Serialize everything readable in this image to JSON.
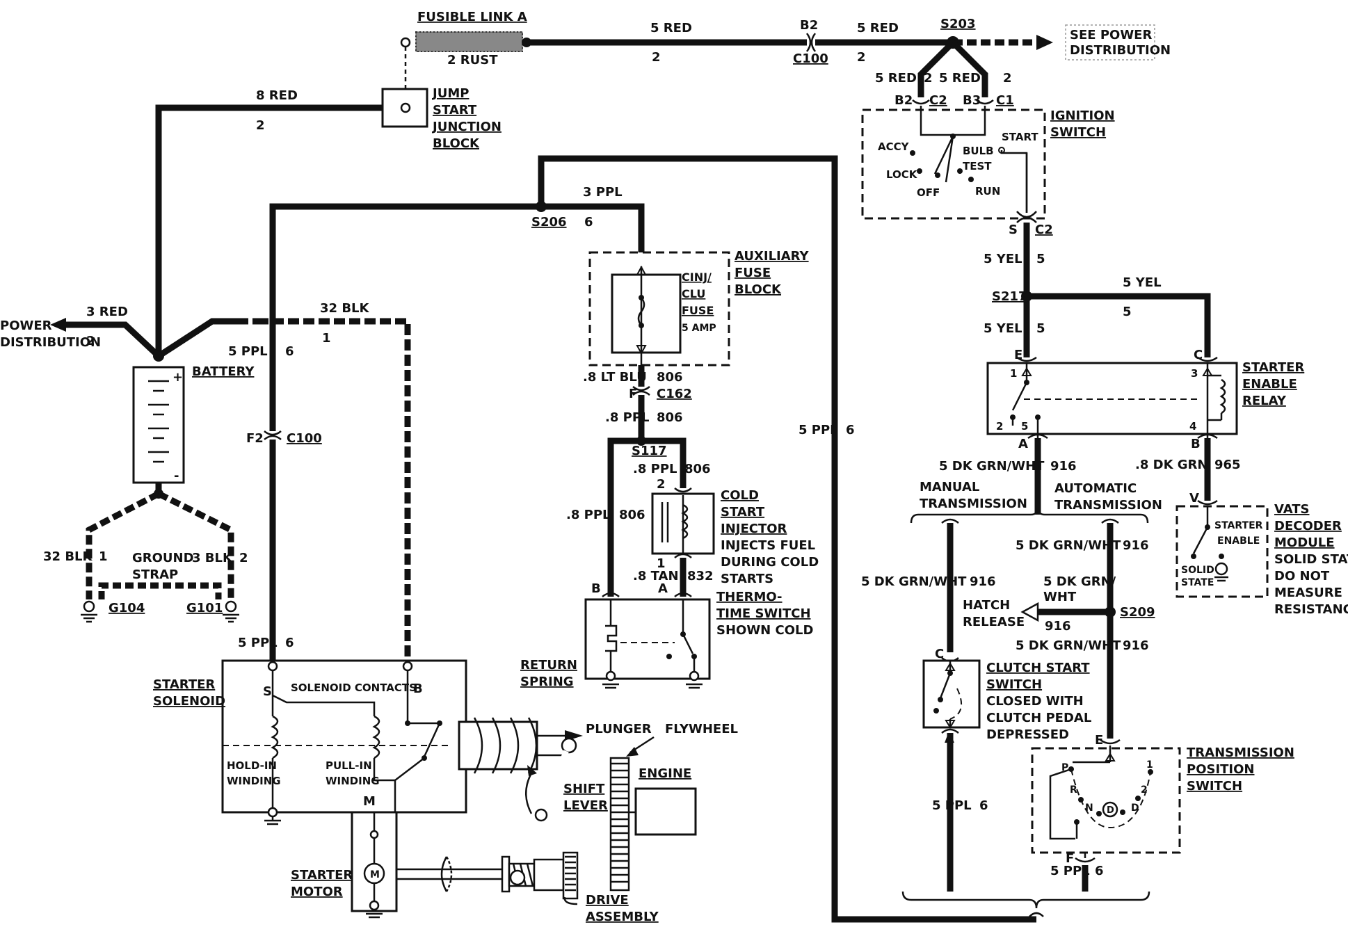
{
  "labels": {
    "fusible_link": "FUSIBLE LINK A",
    "rust": "2 RUST",
    "red5_top1": "5 RED",
    "two_top1": "2",
    "b2_top": "B2",
    "c100_top": "C100",
    "red5_top2": "5 RED",
    "two_top2": "2",
    "s203": "S203",
    "see_power": "SEE POWER",
    "distribution_r": "DISTRIBUTION",
    "red8": "8 RED",
    "two_8red": "2",
    "jump": "JUMP",
    "start": "START",
    "junction": "JUNCTION",
    "block": "BLOCK",
    "ign_red5_l": "5 RED",
    "ign_2_l": "2",
    "ign_red5_r": "5 RED",
    "ign_2_r": "2",
    "ign_b2": "B2",
    "ign_c2": "C2",
    "ign_b3": "B3",
    "ign_c1": "C1",
    "ignition": "IGNITION",
    "switch": "SWITCH",
    "accy": "ACCY",
    "lock": "LOCK",
    "off": "OFF",
    "bulb": "BULB",
    "test": "TEST",
    "run": "RUN",
    "start_pos": "START",
    "ign_s": "S",
    "ign_c2_out": "C2",
    "yel5_a": "5 YEL",
    "five_a": "5",
    "s217": "S217",
    "yel5_b": "5 YEL",
    "five_b": "5",
    "yel5_c": "5 YEL",
    "five_c": "5",
    "relay_e": "E",
    "relay_c": "C",
    "relay_1": "1",
    "relay_3": "3",
    "relay_2": "2",
    "relay_5": "5",
    "relay_4": "4",
    "relay_a": "A",
    "relay_b": "B",
    "starter_enable": "STARTER",
    "enable": "ENABLE",
    "relay": "RELAY",
    "grn_916_a": "5 DK GRN/WHT",
    "n916_a": "916",
    "grn_965": ".8 DK GRN",
    "n965": "965",
    "manual": "MANUAL",
    "transmission_m": "TRANSMISSION",
    "automatic": "AUTOMATIC",
    "transmission_a": "TRANSMISSION",
    "vats_v": "V",
    "vats_starter": "STARTER",
    "vats_enable": "ENABLE",
    "vats_solid": "SOLID",
    "vats_state": "STATE",
    "vats": "VATS",
    "decoder": "DECODER",
    "module": "MODULE",
    "solid_state_note": "SOLID STATE",
    "do_not": "DO NOT",
    "measure": "MEASURE",
    "resistance": "RESISTANCE",
    "grn_916_b": "5 DK GRN/WHT",
    "n916_b": "916",
    "grn_916_c": "5 DK GRN/WHT",
    "n916_c": "916",
    "hatch": "HATCH",
    "release": "RELEASE",
    "grn_hatch_1": "5 DK GRN/",
    "grn_hatch_2": "WHT",
    "n916_h": "916",
    "s209": "S209",
    "grn_916_d": "5 DK GRN/WHT",
    "n916_d": "916",
    "clutch_c": "C",
    "clutch_a": "A",
    "clutch_start": "CLUTCH START",
    "clutch_switch": "SWITCH",
    "closed_with": "CLOSED WITH",
    "clutch_pedal": "CLUTCH PEDAL",
    "depressed": "DEPRESSED",
    "trans_e": "E",
    "trans_f": "F",
    "trans_p": "P",
    "trans_r": "R",
    "trans_n": "N",
    "trans_d_circle": "D",
    "trans_d": "D",
    "trans_2": "2",
    "trans_1": "1",
    "transmission": "TRANSMISSION",
    "position": "POSITION",
    "tswitch": "SWITCH",
    "ppl5_clutch": "5 PPL",
    "six_clutch": "6",
    "ppl5_trans": "5 PPL",
    "six_trans": "6",
    "ppl3": "3 PPL",
    "s206": "S206",
    "six_s206": "6",
    "auxiliary": "AUXILIARY",
    "fuse": "FUSE",
    "fblock": "BLOCK",
    "cinj": "CINJ/",
    "clu": "CLU",
    "fuse2": "FUSE",
    "amp": "5 AMP",
    "lt_blu": ".8 LT BLU",
    "n806_a": "806",
    "c162_f": "F",
    "c162": "C162",
    "ppl8_a": ".8 PPL",
    "n806_b": "806",
    "s117": "S117",
    "ppl8_b": ".8 PPL",
    "n806_c": "806",
    "ppl8_c": ".8 PPL",
    "n806_d": "806",
    "csi_2": "2",
    "csi_1": "1",
    "cold": "COLD",
    "cstart": "START",
    "injector": "INJECTOR",
    "injects": "INJECTS FUEL",
    "during": "DURING COLD",
    "starts": "STARTS",
    "tan": ".8 TAN",
    "n832": "832",
    "tt_b": "B",
    "tt_a": "A",
    "thermo": "THERMO-",
    "time_switch": "TIME SWITCH",
    "shown_cold": "SHOWN COLD",
    "ppl5_right": "5 PPL",
    "six_right": "6",
    "red3": "3 RED",
    "two_3red": "2",
    "power_l": "POWER",
    "distribution_l": "DISTRIBUTION",
    "blk32": "32 BLK",
    "one_32": "1",
    "ppl5_bat": "5 PPL",
    "six_bat": "6",
    "battery": "BATTERY",
    "plus": "+",
    "minus": "-",
    "f2": "F2",
    "c100_left": "C100",
    "blk32_l": "32 BLK",
    "one_l": "1",
    "ground": "GROUND",
    "strap": "STRAP",
    "blk3": "3 BLK",
    "two_3blk": "2",
    "g104": "G104",
    "g101": "G101",
    "ppl5_sol": "5 PPL",
    "six_sol": "6",
    "starter_sol_1": "STARTER",
    "starter_sol_2": "SOLENOID",
    "sol_s": "S",
    "sol_b": "B",
    "sol_m": "M",
    "solenoid_contacts": "SOLENOID CONTACTS",
    "hold_in": "HOLD-IN",
    "winding_1": "WINDING",
    "pull_in": "PULL-IN",
    "winding_2": "WINDING",
    "return": "RETURN",
    "spring": "SPRING",
    "plunger": "PLUNGER",
    "flywheel": "FLYWHEEL",
    "engine": "ENGINE",
    "shift": "SHIFT",
    "lever": "LEVER",
    "starter_motor_1": "STARTER",
    "starter_motor_2": "MOTOR",
    "motor_m": "M",
    "drive": "DRIVE",
    "assembly": "ASSEMBLY"
  }
}
